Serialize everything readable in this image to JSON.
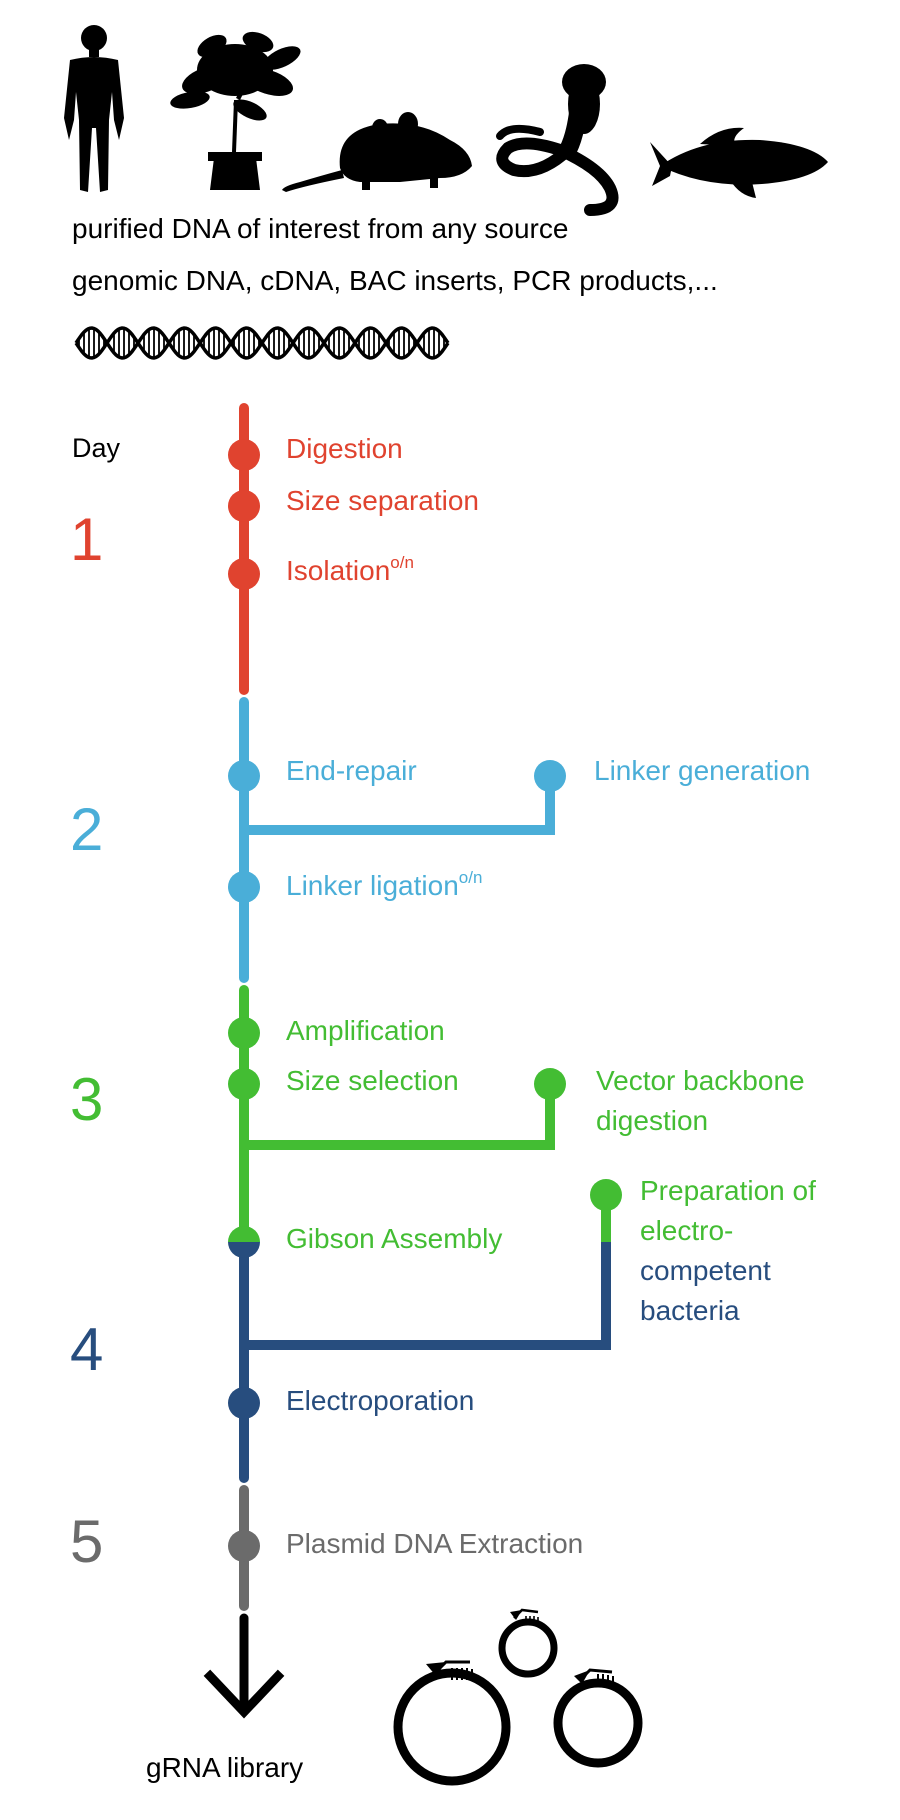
{
  "intro": {
    "line1": "purified DNA of interest from any source",
    "line2": "genomic DNA, cDNA, BAC inserts, PCR products,..."
  },
  "organisms": [
    "human",
    "plant",
    "rodent",
    "snake",
    "fish"
  ],
  "day_header": "Day",
  "colors": {
    "day1": "#e0432f",
    "day2": "#4aaed8",
    "day3": "#43bd33",
    "day4": "#274d7e",
    "day5": "#6b6b6b",
    "black": "#000000"
  },
  "days": {
    "d1": "1",
    "d2": "2",
    "d3": "3",
    "d4": "4",
    "d5": "5"
  },
  "steps": {
    "digestion": "Digestion",
    "size_separation": "Size separation",
    "isolation": "Isolation",
    "isolation_sup": "o/n",
    "end_repair": "End-repair",
    "linker_generation": "Linker generation",
    "linker_ligation": "Linker ligation",
    "linker_ligation_sup": "o/n",
    "amplification": "Amplification",
    "size_selection": "Size selection",
    "vector_backbone_1": "Vector backbone",
    "vector_backbone_2": "digestion",
    "gibson": "Gibson Assembly",
    "prep_1": "Preparation of",
    "prep_2": "electro-",
    "prep_3": "competent",
    "prep_4": "bacteria",
    "electroporation": "Electroporation",
    "plasmid_extraction": "Plasmid DNA Extraction"
  },
  "output_label": "gRNA library"
}
